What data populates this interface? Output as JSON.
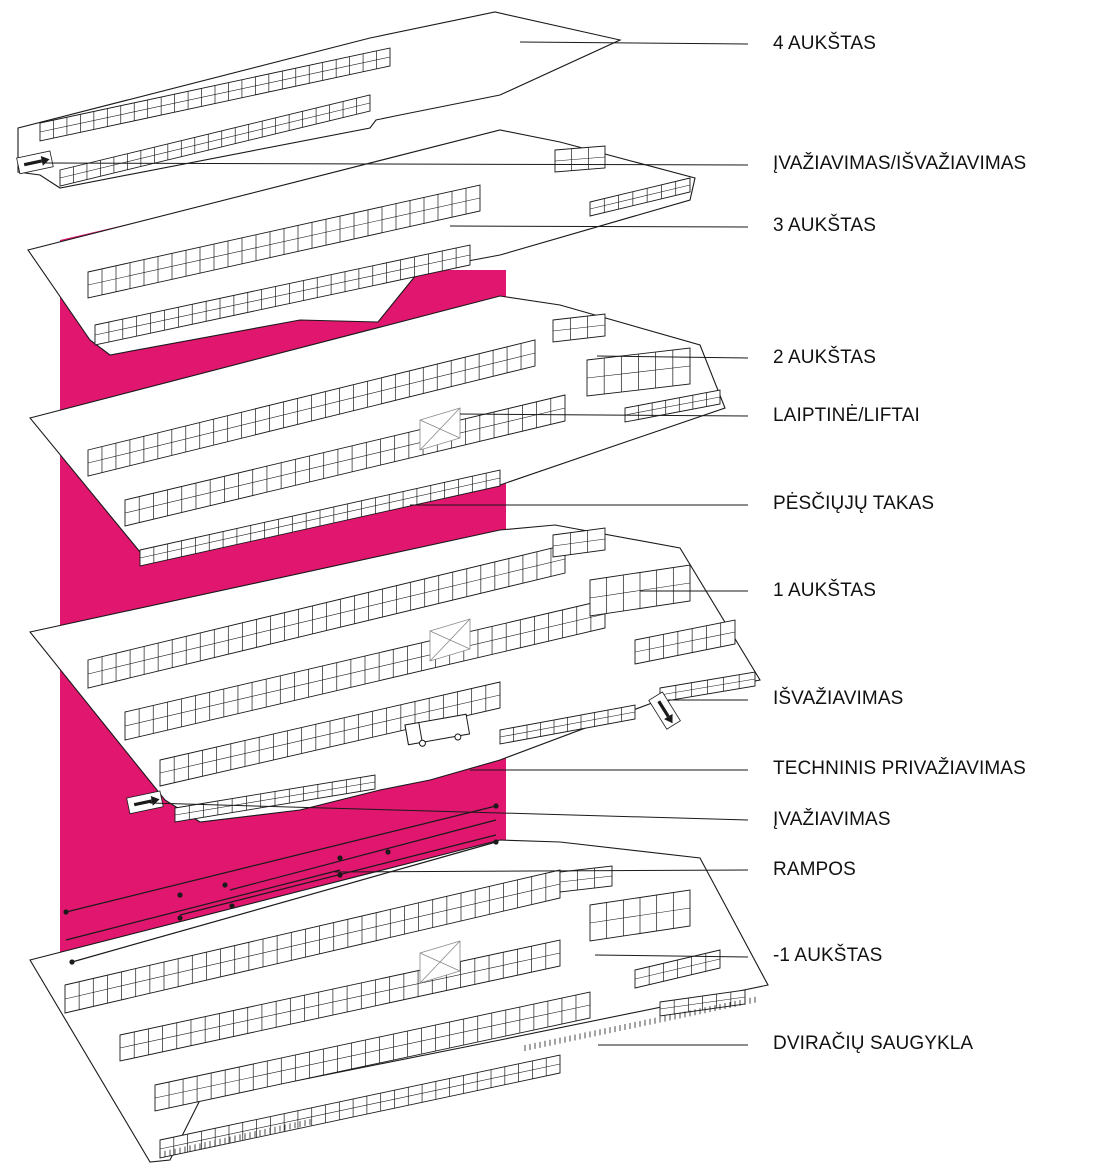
{
  "colors": {
    "accent": "#e0166f",
    "line": "#1a1a1a",
    "slab": "#ffffff"
  },
  "labels": {
    "floor4": "4 AUKŠTAS",
    "entry_exit": "ĮVAŽIAVIMAS/IŠVAŽIAVIMAS",
    "floor3": "3 AUKŠTAS",
    "floor2": "2 AUKŠTAS",
    "stairs_lifts": "LAIPTINĖ/LIFTAI",
    "pedestrian_path": "PĖSČIŲJŲ TAKAS",
    "floor1": "1 AUKŠTAS",
    "exit": "IŠVAŽIAVIMAS",
    "service_access": "TECHNINIS PRIVAŽIAVIMAS",
    "entry": "ĮVAŽIAVIMAS",
    "ramps": "RAMPOS",
    "floor_minus1": "-1 AUKŠTAS",
    "bike_storage": "DVIRAČIŲ SAUGYKLA"
  },
  "icons": {
    "arrow": "arrow-icon",
    "truck": "truck-icon",
    "stair_cross": "stair-cross-icon"
  }
}
